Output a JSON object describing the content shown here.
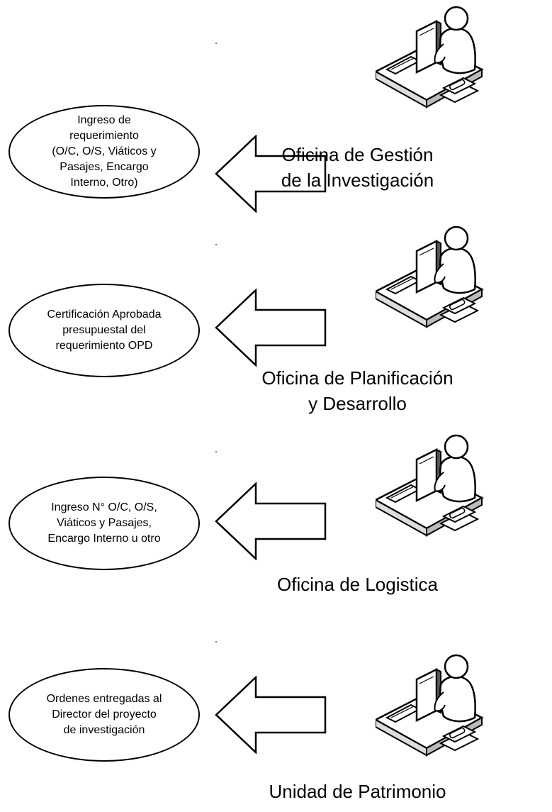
{
  "steps": [
    {
      "ellipse_text": "Ingreso de\nrequerimiento\n(O/C, O/S, Viáticos y\nPasajes, Encargo\nInterno, Otro)",
      "office": "Oficina de Gestión\nde la Investigación"
    },
    {
      "ellipse_text": "Certificación Aprobada\npresupuestal del\nrequerimiento OPD",
      "office": "Oficina de Planificación\ny Desarrollo"
    },
    {
      "ellipse_text": "Ingreso N° O/C, O/S,\nViáticos y Pasajes,\nEncargo Interno u otro",
      "office": "Oficina de Logistica"
    },
    {
      "ellipse_text": "Ordenes entregadas al\nDirector del proyecto\nde investigación",
      "office": "Unidad de Patrimonio"
    }
  ],
  "icons": {
    "arrow": "left-arrow-icon",
    "worker": "office-worker-at-desk-icon"
  },
  "colors": {
    "line": "#000000",
    "figure_fill": "#ffffff",
    "background": "#ffffff"
  }
}
